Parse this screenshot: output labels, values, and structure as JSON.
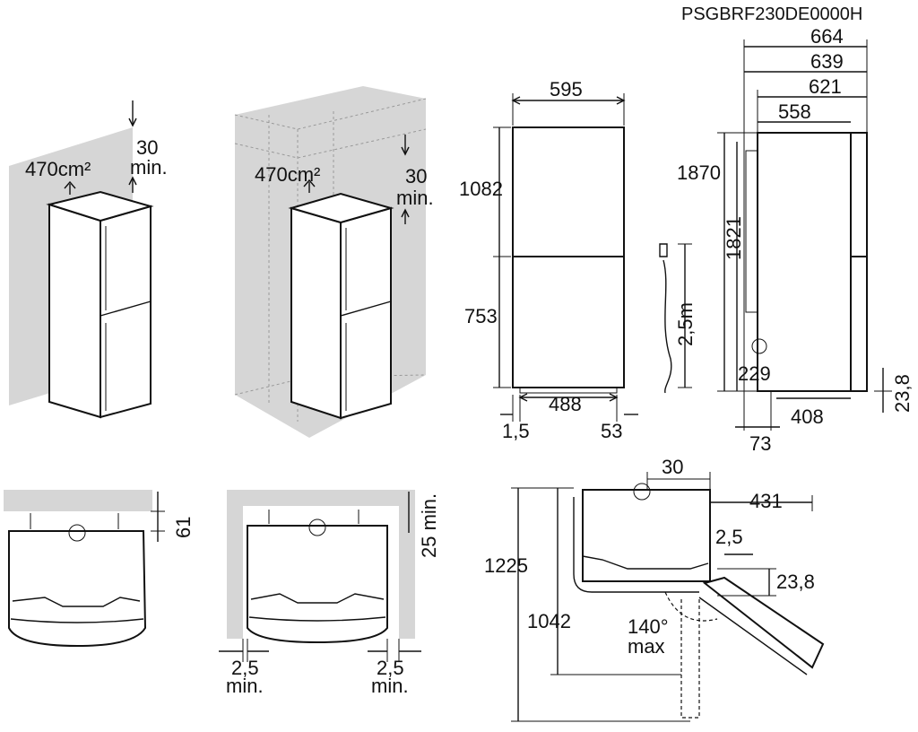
{
  "model_code": "PSGBRF230DE0000H",
  "iso_left": {
    "area": "470cm²",
    "gap_value": "30",
    "gap_min": "min."
  },
  "iso_niche": {
    "area": "470cm²",
    "gap_value": "30",
    "gap_min": "min."
  },
  "front_view": {
    "width": "595",
    "upper_height": "1082",
    "lower_height": "753",
    "base_width": "488",
    "left_offset": "1,5",
    "right_offset": "53",
    "cable_length": "2,5m"
  },
  "side_view": {
    "total_height": "1870",
    "inner_height": "1821",
    "depth_664": "664",
    "depth_639": "639",
    "depth_621": "621",
    "depth_558": "558",
    "offset_229": "229",
    "offset_408": "408",
    "offset_73": "73",
    "foot_height": "23,8"
  },
  "top_left": {
    "gap": "61"
  },
  "top_niche": {
    "top_gap": "25 min.",
    "left_gap": "2,5",
    "left_min": "min.",
    "right_gap": "2,5",
    "right_min": "min."
  },
  "door_swing": {
    "top_gap": "30",
    "width_431": "431",
    "gap_2_5": "2,5",
    "offset_23_8": "23,8",
    "total_1225": "1225",
    "inner_1042": "1042",
    "angle": "140°",
    "angle_max": "max"
  }
}
